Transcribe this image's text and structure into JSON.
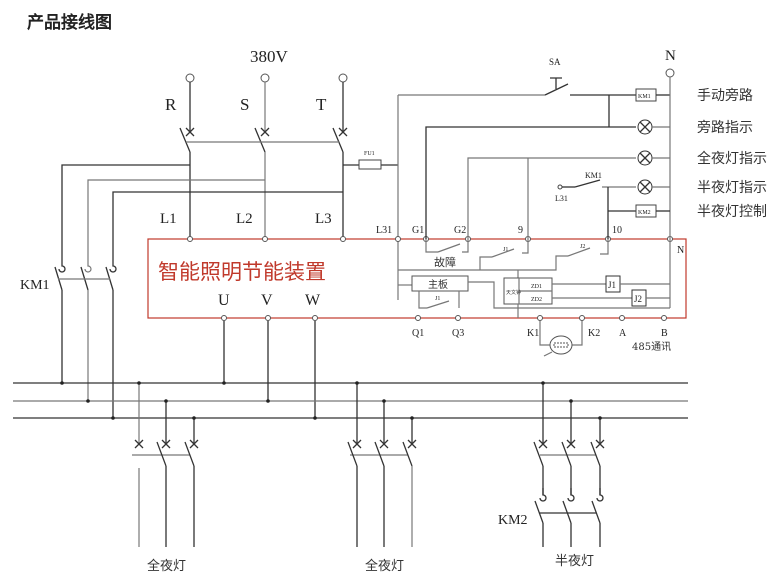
{
  "title": "产品接线图",
  "supply": {
    "voltage": "380V",
    "phases": [
      "R",
      "S",
      "T"
    ],
    "neutral": "N"
  },
  "device": {
    "name": "智能照明节能装置",
    "inputs": [
      "L1",
      "L2",
      "L3"
    ],
    "outputs": [
      "U",
      "V",
      "W"
    ],
    "top_terminals": [
      "L31",
      "G1",
      "G2",
      "9",
      "10",
      "N"
    ],
    "bottom_terminals": [
      "Q1",
      "Q3",
      "K1",
      "K2",
      "A",
      "B"
    ],
    "fault_label": "故障",
    "mainboard_label": "主板",
    "relay_j1": "J1",
    "relay_j2": "J2",
    "timer_label": "天文钟",
    "zd1": "ZD1",
    "zd2": "ZD2",
    "comm_label": "485通讯",
    "fuse_label": "FU1",
    "l31_label": "L31"
  },
  "control": {
    "switch_label": "SA",
    "km1_coil": "KM1",
    "km2_coil": "KM2",
    "km1_contact": "KM1",
    "rows": [
      "手动旁路",
      "旁路指示",
      "全夜灯指示",
      "半夜灯指示",
      "半夜灯控制"
    ]
  },
  "contactors": {
    "km1": "KM1",
    "km2": "KM2"
  },
  "loads": [
    "全夜灯",
    "全夜灯",
    "半夜灯"
  ]
}
